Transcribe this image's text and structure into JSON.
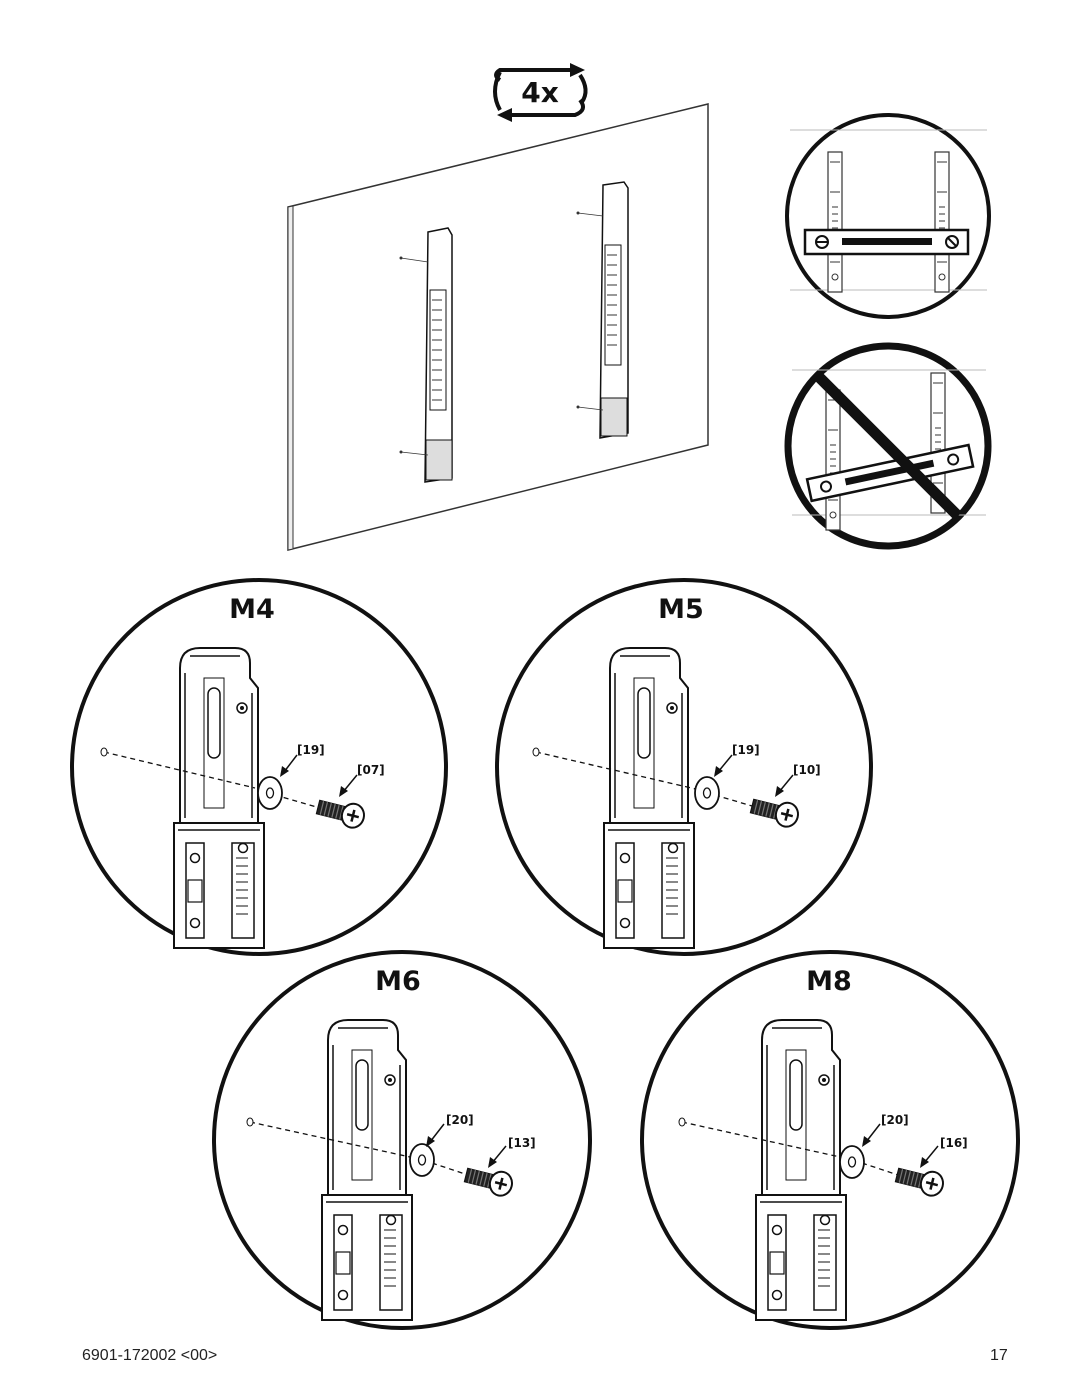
{
  "header": {
    "repeat_count": "4x"
  },
  "panels": [
    {
      "size": "M4",
      "washer": "[19]",
      "screw": "[07]"
    },
    {
      "size": "M5",
      "washer": "[19]",
      "screw": "[10]"
    },
    {
      "size": "M6",
      "washer": "[20]",
      "screw": "[13]"
    },
    {
      "size": "M8",
      "washer": "[20]",
      "screw": "[16]"
    }
  ],
  "footer": {
    "doc_number": "6901-172002 <00>",
    "page_number": "17"
  }
}
